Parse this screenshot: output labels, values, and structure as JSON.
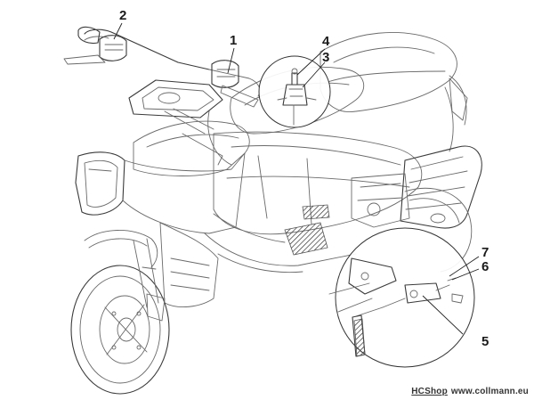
{
  "callouts": [
    {
      "id": "1",
      "label": "1"
    },
    {
      "id": "2",
      "label": "2"
    },
    {
      "id": "3",
      "label": "3"
    },
    {
      "id": "4",
      "label": "4"
    },
    {
      "id": "5",
      "label": "5"
    },
    {
      "id": "6",
      "label": "6"
    },
    {
      "id": "7",
      "label": "7"
    }
  ],
  "footer": {
    "shop": "HCShop",
    "site": "www.collmann.eu"
  },
  "colors": {
    "line": "#6a6a6a",
    "ink": "#1a1a1a",
    "background": "#ffffff"
  }
}
